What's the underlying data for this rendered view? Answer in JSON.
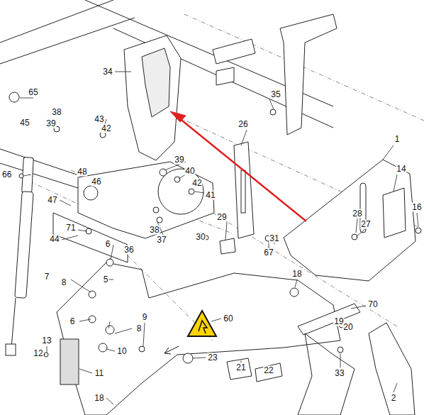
{
  "diagram": {
    "labels": [
      "34",
      "65",
      "38",
      "43",
      "45",
      "39",
      "42",
      "35",
      "26",
      "1",
      "14",
      "39",
      "40",
      "48",
      "46",
      "42",
      "66",
      "41",
      "47",
      "29",
      "28",
      "27",
      "16",
      "71",
      "44",
      "38",
      "37",
      "30",
      "31",
      "67",
      "36",
      "6",
      "5",
      "7",
      "8",
      "18",
      "70",
      "6",
      "60",
      "9",
      "8",
      "19",
      "20",
      "10",
      "13",
      "12",
      "11",
      "23",
      "33",
      "21",
      "22",
      "2",
      "18"
    ]
  }
}
